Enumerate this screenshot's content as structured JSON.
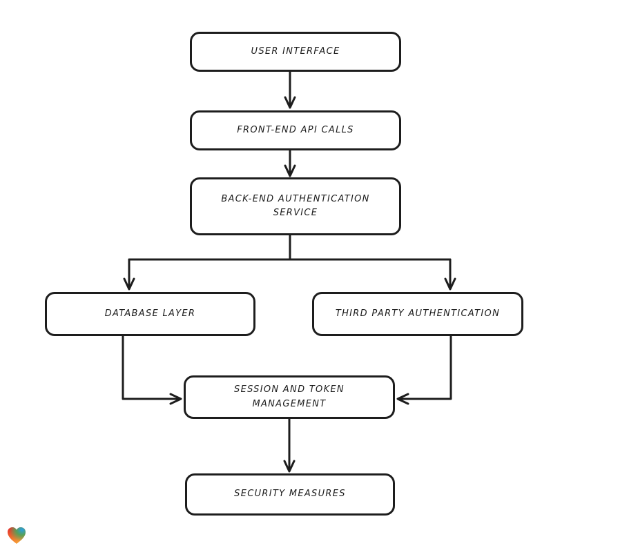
{
  "canvas": {
    "background": "#ffffff",
    "line_color": "#1d1d1d"
  },
  "diagram": {
    "type": "flowchart",
    "nodes": [
      {
        "id": "user-interface",
        "label": "USER INTERFACE"
      },
      {
        "id": "front-end-api-calls",
        "label": "FRONT-END API CALLS"
      },
      {
        "id": "back-end-authentication-service",
        "label": "BACK-END AUTHENTICATION\nSERVICE"
      },
      {
        "id": "database-layer",
        "label": "DATABASE LAYER"
      },
      {
        "id": "third-party-authentication",
        "label": "THIRD PARTY AUTHENTICATION"
      },
      {
        "id": "session-and-token-management",
        "label": "SESSION AND TOKEN\nMANAGEMENT"
      },
      {
        "id": "security-measures",
        "label": "SECURITY MEASURES"
      }
    ],
    "edges": [
      {
        "from": "user-interface",
        "to": "front-end-api-calls"
      },
      {
        "from": "front-end-api-calls",
        "to": "back-end-authentication-service"
      },
      {
        "from": "back-end-authentication-service",
        "to": "database-layer"
      },
      {
        "from": "back-end-authentication-service",
        "to": "third-party-authentication"
      },
      {
        "from": "database-layer",
        "to": "session-and-token-management"
      },
      {
        "from": "third-party-authentication",
        "to": "session-and-token-management"
      },
      {
        "from": "session-and-token-management",
        "to": "security-measures"
      }
    ]
  },
  "logo": {
    "name": "heart-logo",
    "colors": {
      "red": "#e8252b",
      "blue": "#2b9fe3",
      "green": "#3da85f",
      "orange": "#f7a237"
    }
  }
}
